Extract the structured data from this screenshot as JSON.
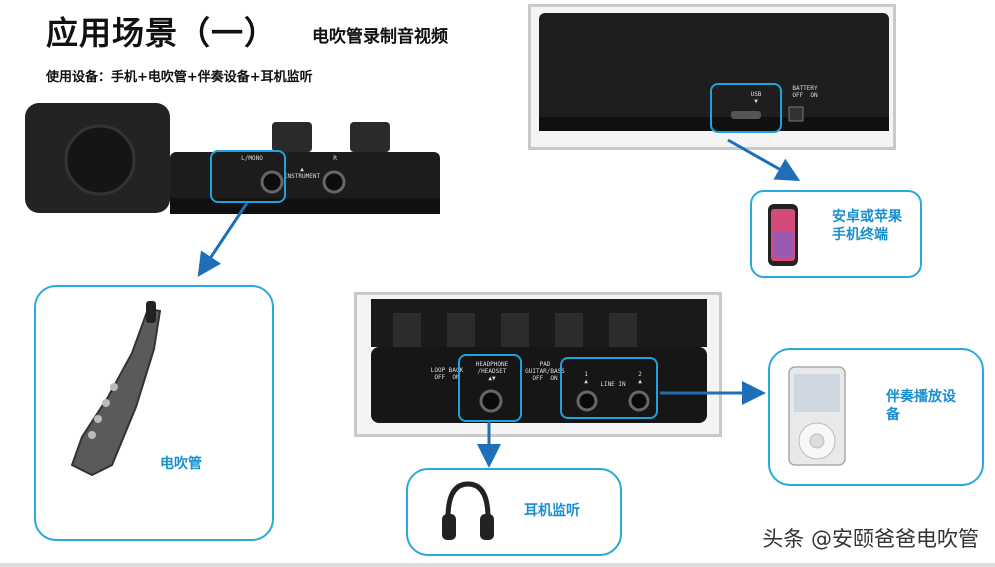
{
  "title": "应用场景（一）",
  "subtitle": "电吹管录制音视频",
  "devices_line": "使用设备：手机+电吹管+伴奏设备+耳机监听",
  "labels": {
    "wind_instrument": "电吹管",
    "phone": "安卓或苹果手机终端",
    "player": "伴奏播放设备",
    "headphones": "耳机监听"
  },
  "panel_text": {
    "lmono": "L/MONO",
    "r": "R",
    "instrument": "▲\nINSTRUMENT",
    "usb": "USB\n▼",
    "battery": "BATTERY\nOFF  ON",
    "loopback": "LOOP BACK\nOFF  ON",
    "headphone": "HEADPHONE\n/HEADSET\n▲▼",
    "pad": "PAD\nGUITAR/BASS\nOFF  ON",
    "line1": "1\n▲",
    "line2": "2\n▲",
    "linein": "LINE IN"
  },
  "watermark": "头条 @安颐爸爸电吹管",
  "colors": {
    "accent": "#1ea3dc",
    "label": "#1a8fd0",
    "arrow": "#1f6fb8"
  }
}
